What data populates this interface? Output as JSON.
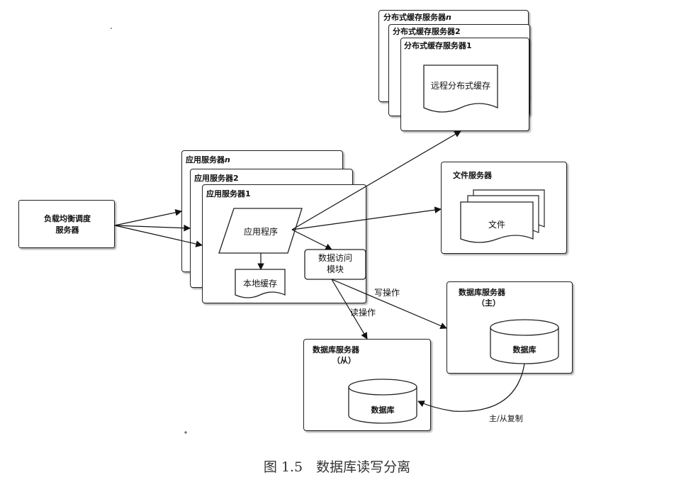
{
  "cache_cluster": {
    "server_n": "分布式缓存服务器",
    "server_n_suffix": "n",
    "server_2": "分布式缓存服务器2",
    "server_1": "分布式缓存服务器1",
    "remote_cache": "远程分布式缓存"
  },
  "app_cluster": {
    "server_n": "应用服务器",
    "server_n_suffix": "n",
    "server_2": "应用服务器2",
    "server_1": "应用服务器1",
    "app_program": "应用程序",
    "local_cache": "本地缓存",
    "data_access_line1": "数据访问",
    "data_access_line2": "模块"
  },
  "load_balancer": {
    "line1": "负载均衡调度",
    "line2": "服务器"
  },
  "file_server": {
    "title": "文件服务器",
    "file": "文件"
  },
  "db_master": {
    "title": "数据库服务器",
    "role": "（主）",
    "db": "数据库"
  },
  "db_slave": {
    "title": "数据库服务器",
    "role": "（从）",
    "db": "数据库"
  },
  "edges": {
    "write": "写操作",
    "read": "读操作",
    "replicate": "主/从复制"
  },
  "caption": "图 1.5　数据库读写分离"
}
